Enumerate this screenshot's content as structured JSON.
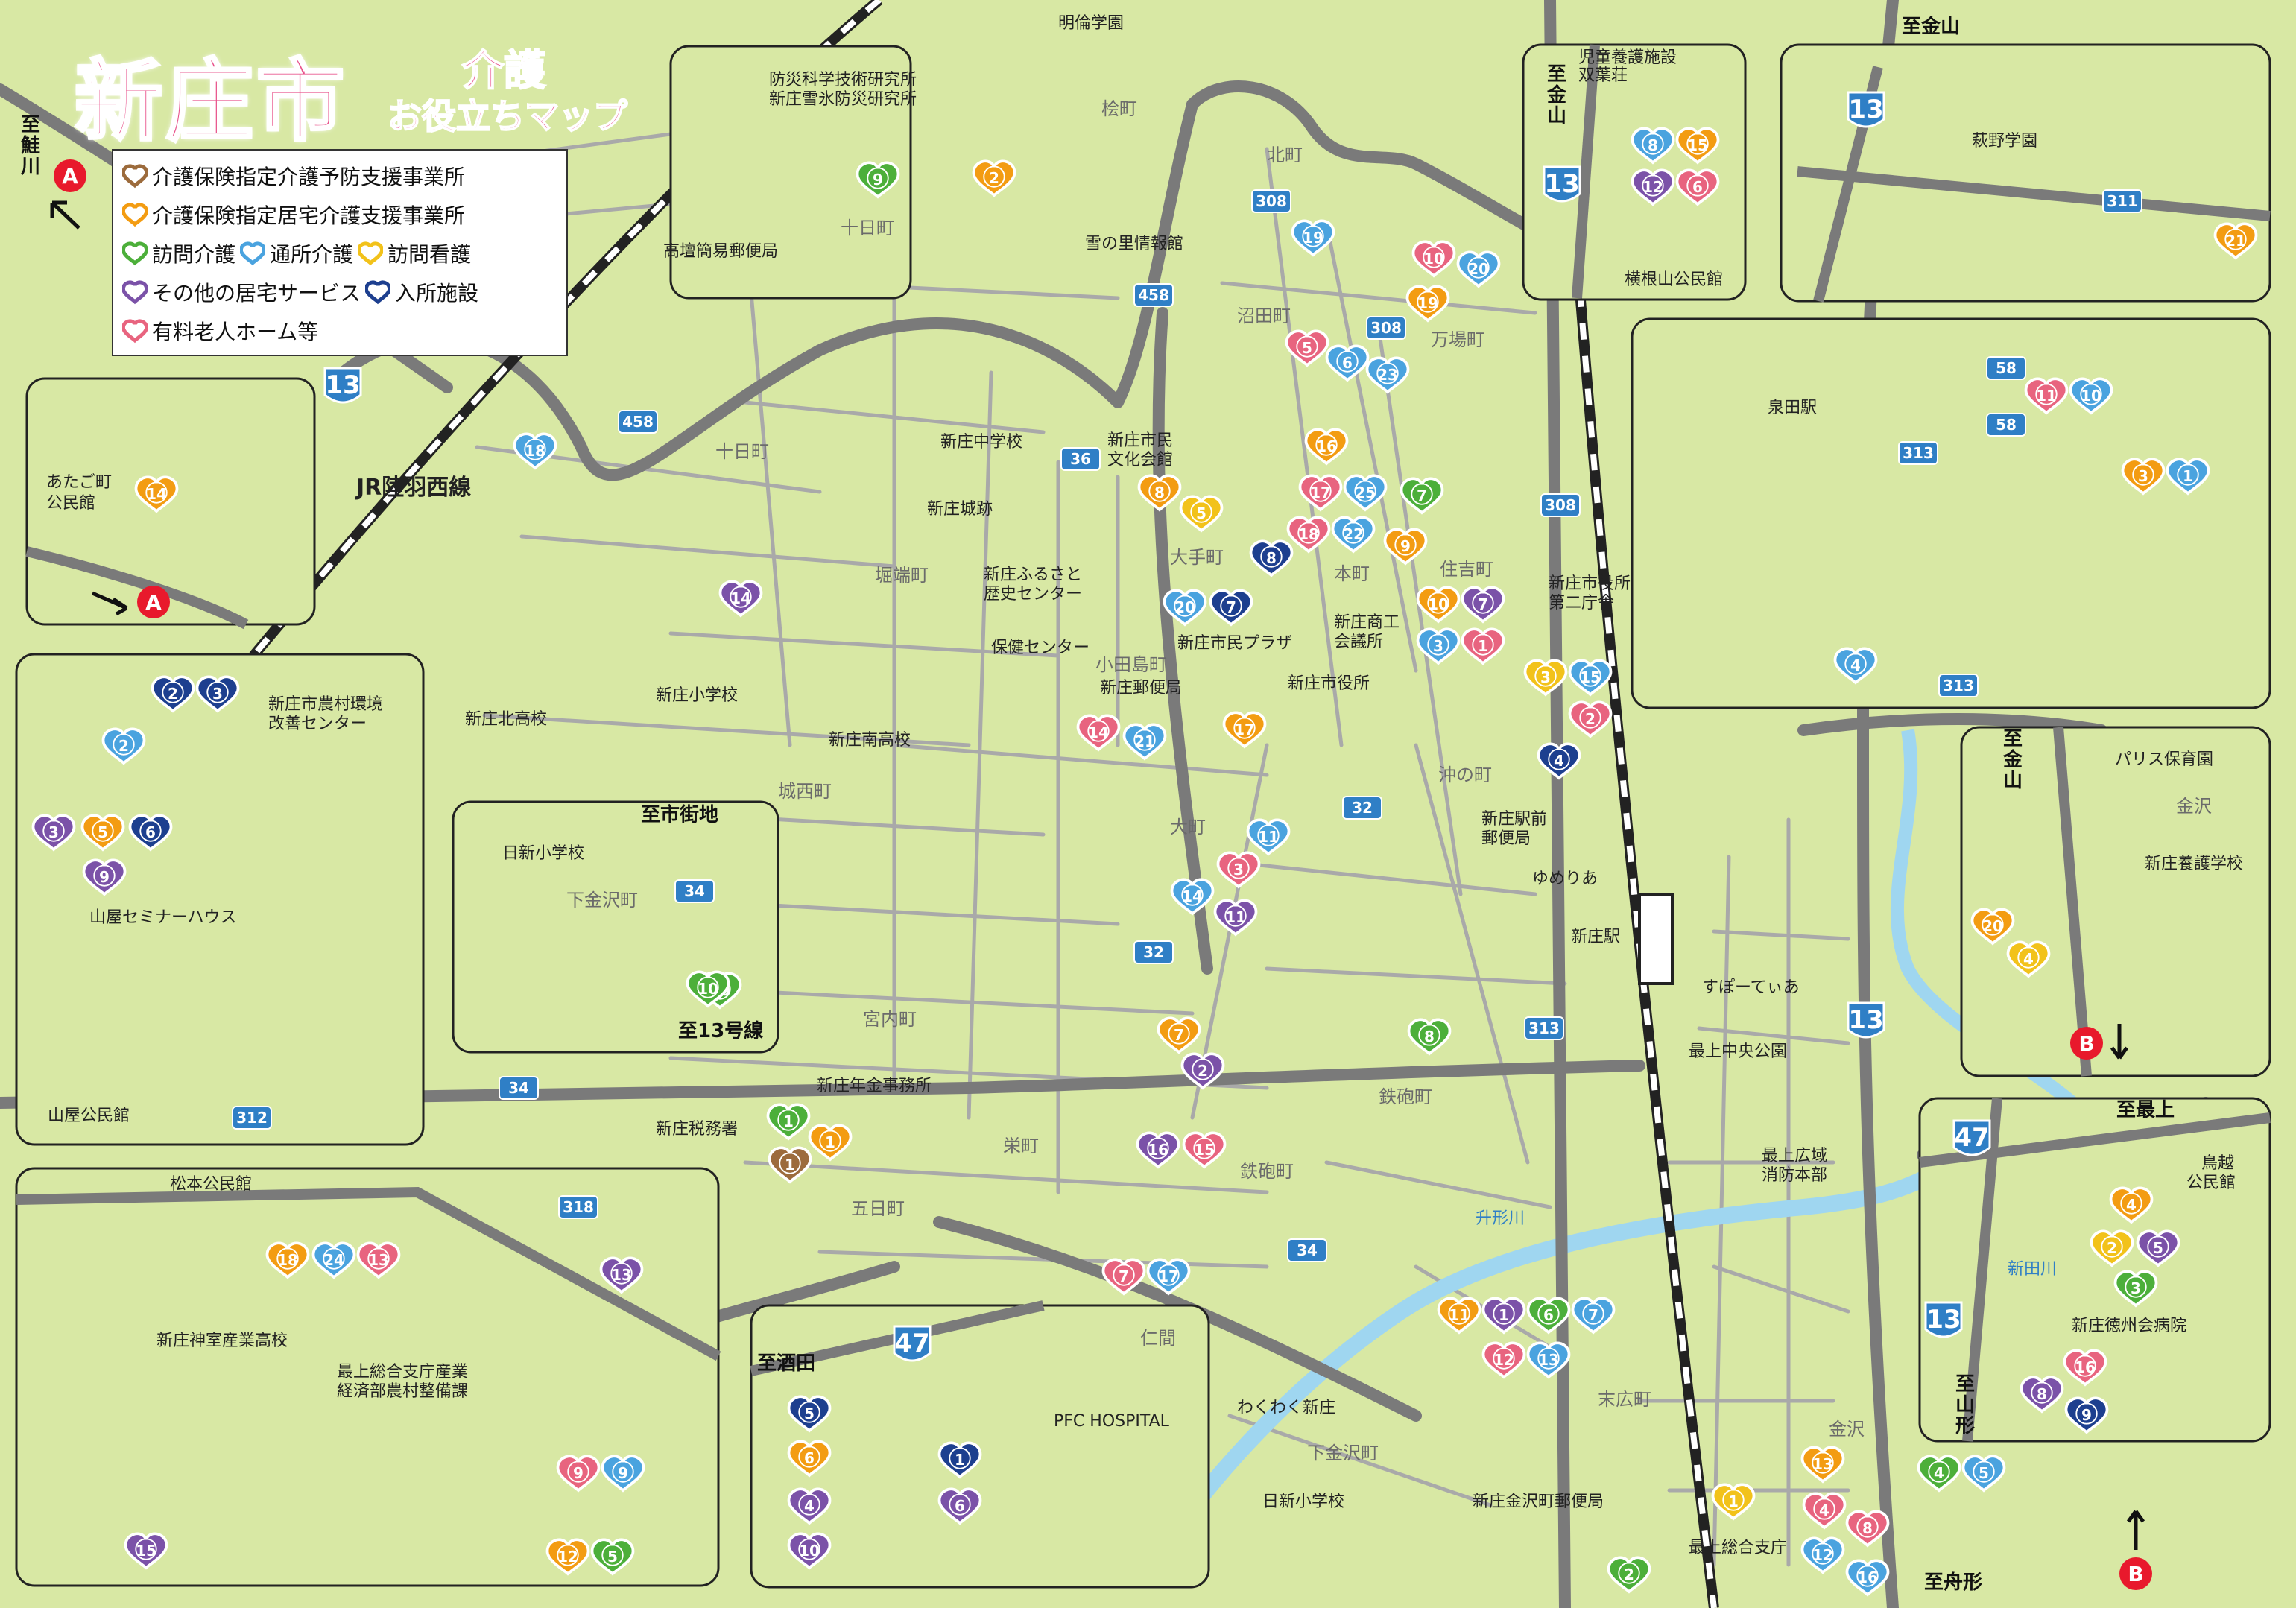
{
  "title": {
    "main": "新庄市",
    "sub1": "介護",
    "sub2": "お役立ちマップ"
  },
  "legend": {
    "row1": "介護保険指定介護予防支援事業所",
    "row2": "介護保険指定居宅介護支援事業所",
    "row3a": "訪問介護",
    "row3b": "通所介護",
    "row3c": "訪問看護",
    "row4a": "その他の居宅サービス",
    "row4b": "入所施設",
    "row5": "有料老人ホーム等"
  },
  "colors": {
    "background": "#d8e8a4",
    "road": "#a0a0a0",
    "main_road": "#7a7a7a",
    "river": "#9fd6f0",
    "yobo": "#9c6b3c",
    "kyotaku": "#f39c12",
    "houmon_kaigo": "#4caf3a",
    "tsusho": "#4aa3df",
    "houmon_kango": "#f2c21a",
    "other": "#7b52a8",
    "nyusho": "#1d3f8f",
    "yuryo": "#e8647f",
    "badge_a": "#e8192c",
    "route": "#2f7fc6"
  },
  "direction_labels": {
    "to_sake": "至鮭川",
    "to_kaneyama_top": "至金山",
    "to_kaneyama_left": "至金山",
    "to_kaneyama_right": "至金山",
    "to_sakata": "至酒田",
    "to_shigaichi": "至市街地",
    "to_route13": "至13号線",
    "to_mogami": "至最上",
    "to_yamagata": "至山形",
    "to_funagata": "至舟形"
  },
  "badges": {
    "a": "A",
    "b": "B"
  },
  "landmarks": {
    "meirin": "明倫学園",
    "bosai1": "防災科学技術研究所",
    "bosai2": "新庄雪氷防災研究所",
    "takadan": "高壇簡易郵便局",
    "yuki": "雪の里情報館",
    "jiso": "児童養護施設",
    "soenso": "双葉荘",
    "yokone": "横根山公民館",
    "hagino": "萩野学園",
    "izumida": "泉田駅",
    "atago1": "あたご町",
    "atago2": "公民館",
    "jr": "JR陸羽西線",
    "nogyo1": "新庄市農村環境",
    "nogyo2": "改善センター",
    "kitakou": "新庄北高校",
    "shogakko": "新庄小学校",
    "minamikou": "新庄南高校",
    "chugakko": "新庄中学校",
    "bunka1": "新庄市民",
    "bunka2": "文化会館",
    "joseki": "新庄城跡",
    "furusato1": "新庄ふるさと",
    "furusato2": "歴史センター",
    "hoken": "保健センター",
    "plaza": "新庄市民プラザ",
    "yubin": "新庄郵便局",
    "shiyakusho": "新庄市役所",
    "daini1": "新庄市役所",
    "daini2": "第二庁舎",
    "shoko1": "新庄商工",
    "shoko2": "会議所",
    "yamaya_seminar": "山屋セミナーハウス",
    "yamaya_kominkan": "山屋公民館",
    "nisshin": "日新小学校",
    "ekimae1": "新庄駅前",
    "ekimae2": "郵便局",
    "yumeria": "ゆめりあ",
    "shinjo_eki": "新庄駅",
    "suppotia": "すぽーてぃあ",
    "chuo_koen": "最上中央公園",
    "nenkin": "新庄年金事務所",
    "zeimusho": "新庄税務署",
    "shobo1": "最上広域",
    "shobo2": "消防本部",
    "matsumoto": "松本公民館",
    "kamimuro": "新庄神室産業高校",
    "sogo1": "最上総合支庁産業",
    "sogo2": "経済部農村整備課",
    "pfc": "PFC HOSPITAL",
    "wakuwaku": "わくわく新庄",
    "nisshin2": "日新小学校",
    "kanezawa_yubin": "新庄金沢町郵便局",
    "sogo_shicho": "最上総合支庁",
    "paris": "パリス保育園",
    "yogo": "新庄養護学校",
    "torigoe1": "鳥越",
    "torigoe2": "公民館",
    "tokushukai": "新庄徳州会病院",
    "shinta": "新田川",
    "masugata": "升形川"
  },
  "areas": [
    "桧町",
    "北町",
    "十日町",
    "十日町",
    "沼田町",
    "万場町",
    "大手町",
    "本町",
    "住吉町",
    "堀端町",
    "小田島町",
    "城西町",
    "沖の町",
    "大町",
    "宮内町",
    "鉄砲町",
    "栄町",
    "鉄砲町",
    "五日町",
    "仁間",
    "下金沢町",
    "末広町",
    "金沢",
    "下金沢町",
    "金沢"
  ],
  "roads": [
    "13",
    "458",
    "458",
    "308",
    "308",
    "36",
    "308",
    "32",
    "32",
    "34",
    "34",
    "313",
    "312",
    "318",
    "34",
    "47",
    "47",
    "58",
    "58",
    "311",
    "313",
    "313",
    "13",
    "13",
    "13",
    "13"
  ],
  "markers": [
    {
      "t": "kyotaku",
      "n": "2"
    },
    {
      "t": "houmon_kaigo",
      "n": "9"
    },
    {
      "t": "tsusho",
      "n": "19"
    },
    {
      "t": "yuryo",
      "n": "10"
    },
    {
      "t": "tsusho",
      "n": "20"
    },
    {
      "t": "kyotaku",
      "n": "19"
    },
    {
      "t": "yuryo",
      "n": "5"
    },
    {
      "t": "tsusho",
      "n": "6"
    },
    {
      "t": "tsusho",
      "n": "23"
    },
    {
      "t": "tsusho",
      "n": "8"
    },
    {
      "t": "kyotaku",
      "n": "15"
    },
    {
      "t": "other",
      "n": "12"
    },
    {
      "t": "yuryo",
      "n": "6"
    },
    {
      "t": "kyotaku",
      "n": "21"
    },
    {
      "t": "yuryo",
      "n": "11"
    },
    {
      "t": "tsusho",
      "n": "10"
    },
    {
      "t": "kyotaku",
      "n": "3"
    },
    {
      "t": "tsusho",
      "n": "1"
    },
    {
      "t": "tsusho",
      "n": "18"
    },
    {
      "t": "kyotaku",
      "n": "14"
    },
    {
      "t": "kyotaku",
      "n": "16"
    },
    {
      "t": "yuryo",
      "n": "17"
    },
    {
      "t": "tsusho",
      "n": "25"
    },
    {
      "t": "houmon_kaigo",
      "n": "7"
    },
    {
      "t": "kyotaku",
      "n": "8"
    },
    {
      "t": "houmon_kango",
      "n": "5"
    },
    {
      "t": "yuryo",
      "n": "18"
    },
    {
      "t": "tsusho",
      "n": "22"
    },
    {
      "t": "kyotaku",
      "n": "9"
    },
    {
      "t": "nyusho",
      "n": "8"
    },
    {
      "t": "other",
      "n": "14"
    },
    {
      "t": "tsusho",
      "n": "20"
    },
    {
      "t": "nyusho",
      "n": "7"
    },
    {
      "t": "kyotaku",
      "n": "10"
    },
    {
      "t": "other",
      "n": "7"
    },
    {
      "t": "tsusho",
      "n": "3"
    },
    {
      "t": "yuryo",
      "n": "1"
    },
    {
      "t": "houmon_kango",
      "n": "3"
    },
    {
      "t": "tsusho",
      "n": "15"
    },
    {
      "t": "yuryo",
      "n": "2"
    },
    {
      "t": "nyusho",
      "n": "4"
    },
    {
      "t": "tsusho",
      "n": "4"
    },
    {
      "t": "nyusho",
      "n": "2"
    },
    {
      "t": "nyusho",
      "n": "3"
    },
    {
      "t": "tsusho",
      "n": "2"
    },
    {
      "t": "other",
      "n": "3"
    },
    {
      "t": "kyotaku",
      "n": "5"
    },
    {
      "t": "nyusho",
      "n": "6"
    },
    {
      "t": "other",
      "n": "9"
    },
    {
      "t": "yuryo",
      "n": "14"
    },
    {
      "t": "tsusho",
      "n": "21"
    },
    {
      "t": "kyotaku",
      "n": "17"
    },
    {
      "t": "tsusho",
      "n": "11"
    },
    {
      "t": "yuryo",
      "n": "3"
    },
    {
      "t": "tsusho",
      "n": "14"
    },
    {
      "t": "other",
      "n": "11"
    },
    {
      "t": "houmon_kaigo",
      "n": "10"
    },
    {
      "t": "kyotaku",
      "n": "7"
    },
    {
      "t": "other",
      "n": "2"
    },
    {
      "t": "houmon_kaigo",
      "n": "8"
    },
    {
      "t": "houmon_kaigo",
      "n": "1"
    },
    {
      "t": "kyotaku",
      "n": "1"
    },
    {
      "t": "yobo",
      "n": "1"
    },
    {
      "t": "other",
      "n": "16"
    },
    {
      "t": "yuryo",
      "n": "15"
    },
    {
      "t": "kyotaku",
      "n": "20"
    },
    {
      "t": "houmon_kango",
      "n": "4"
    },
    {
      "t": "kyotaku",
      "n": "18"
    },
    {
      "t": "tsusho",
      "n": "24"
    },
    {
      "t": "yuryo",
      "n": "13"
    },
    {
      "t": "other",
      "n": "13"
    },
    {
      "t": "yuryo",
      "n": "7"
    },
    {
      "t": "tsusho",
      "n": "17"
    },
    {
      "t": "kyotaku",
      "n": "11"
    },
    {
      "t": "other",
      "n": "1"
    },
    {
      "t": "houmon_kaigo",
      "n": "6"
    },
    {
      "t": "tsusho",
      "n": "7"
    },
    {
      "t": "yuryo",
      "n": "12"
    },
    {
      "t": "tsusho",
      "n": "13"
    },
    {
      "t": "nyusho",
      "n": "5"
    },
    {
      "t": "kyotaku",
      "n": "6"
    },
    {
      "t": "other",
      "n": "4"
    },
    {
      "t": "other",
      "n": "10"
    },
    {
      "t": "nyusho",
      "n": "1"
    },
    {
      "t": "other",
      "n": "6"
    },
    {
      "t": "yuryo",
      "n": "9"
    },
    {
      "t": "tsusho",
      "n": "9"
    },
    {
      "t": "other",
      "n": "15"
    },
    {
      "t": "kyotaku",
      "n": "12"
    },
    {
      "t": "houmon_kaigo",
      "n": "5"
    },
    {
      "t": "kyotaku",
      "n": "13"
    },
    {
      "t": "yuryo",
      "n": "4"
    },
    {
      "t": "yuryo",
      "n": "8"
    },
    {
      "t": "houmon_kango",
      "n": "1"
    },
    {
      "t": "tsusho",
      "n": "12"
    },
    {
      "t": "tsusho",
      "n": "16"
    },
    {
      "t": "houmon_kaigo",
      "n": "2"
    },
    {
      "t": "kyotaku",
      "n": "4"
    },
    {
      "t": "houmon_kango",
      "n": "2"
    },
    {
      "t": "other",
      "n": "5"
    },
    {
      "t": "houmon_kaigo",
      "n": "3"
    },
    {
      "t": "yuryo",
      "n": "16"
    },
    {
      "t": "other",
      "n": "8"
    },
    {
      "t": "nyusho",
      "n": "9"
    },
    {
      "t": "houmon_kaigo",
      "n": "4"
    },
    {
      "t": "tsusho",
      "n": "5"
    },
    {
      "t": "houmon_kaigo",
      "n": "10"
    }
  ]
}
